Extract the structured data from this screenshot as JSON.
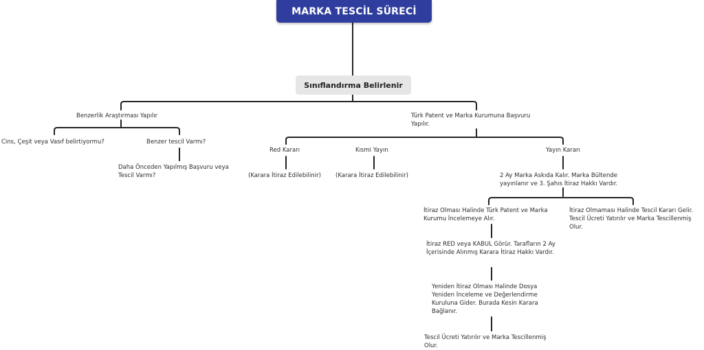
{
  "root": {
    "title": "MARKA TESCİL SÜRECİ"
  },
  "step1": {
    "label": "Sınıflandırma Belirlenir"
  },
  "left": {
    "label": "Benzerlik Araştırması Yapılır",
    "cins": "Cins, Çeşit veya Vasıf belirtiyormu?",
    "benzer": "Benzer tescil Varmı?",
    "daha_once": "Daha Önceden Yapılmış Başvuru veya Tescil Varmı?"
  },
  "right": {
    "label": "Türk Patent ve Marka Kurumuna Başvuru Yapılır.",
    "red": {
      "label": "Red Kararı",
      "note": "(Karara İtiraz Edilebilinir)"
    },
    "kismi": {
      "label": "Kısmi Yayın",
      "note": "(Karara İtiraz Edilebilinir)"
    },
    "yayin": {
      "label": "Yayın Kararı",
      "askida": "2 Ay Marka Askıda Kalır. Marka Bültende yayınlanır ve 3. Şahıs İtiraz Hakkı Vardır.",
      "itiraz": "İtiraz Olması Halinde Türk Patent ve Marka Kurumu İncelemeye Alır.",
      "itirazsiz": "İtiraz Olmaması Halinde Tescil Kararı Gelir. Tescil Ücreti Yatırılır ve Marka Tescillenmiş Olur.",
      "red_kabul": "İtiraz RED veya KABUL Görür. Tarafların 2 Ay İçerisinde Alınmış Karara İtiraz Hakkı Vardır.",
      "yeniden": "Yeniden İtiraz Olması Halinde Dosya Yeniden İnceleme ve Değerlendirme Kuruluna Gider. Burada Kesin Karara Bağlanır.",
      "son": "Tescil Ücreti Yatırılır ve Marka Tescillenmiş Olur."
    }
  }
}
